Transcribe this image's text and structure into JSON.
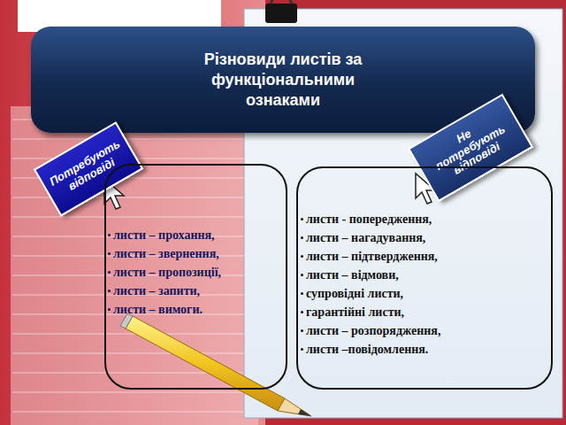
{
  "diagram": {
    "title": "Різновиди листів за функціональними ознаками",
    "nodes": [
      {
        "text": [
          "Потребують відповіді"
        ]
      },
      {
        "text": [
          "листи – прохання,",
          "листи – звернення,",
          "листи – пропозиції,",
          "листи – запити,",
          "листи – вимоги."
        ]
      },
      {
        "text": [
          "Не потребують відповіді"
        ]
      },
      {
        "text": [
          "листи - попередження,",
          "листи – нагадування,",
          "листи – підтвердження,",
          "листи – відмови,",
          "супровідні листи,",
          "гарантійні листи,",
          "листи – розпорядження,",
          "листи –повідомлення."
        ]
      }
    ]
  }
}
